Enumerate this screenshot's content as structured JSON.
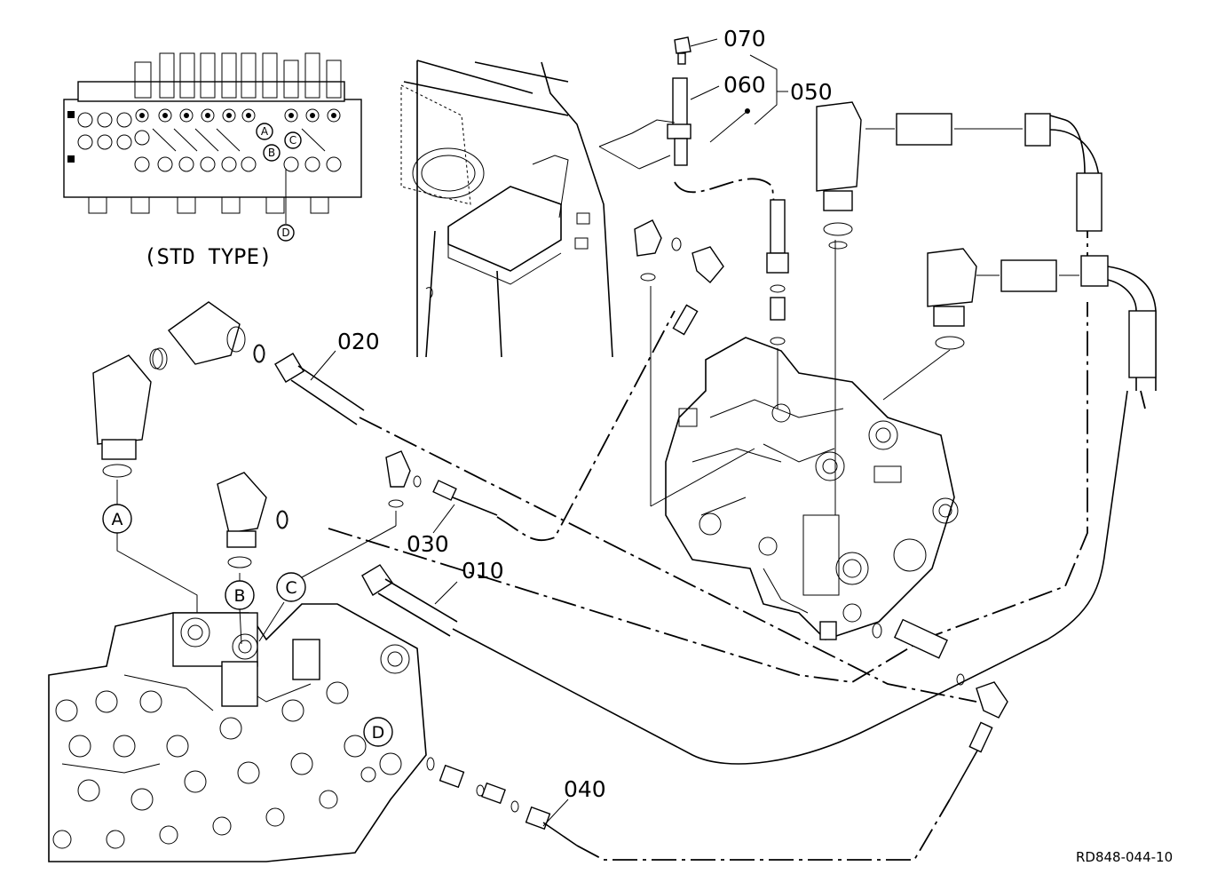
{
  "diagram": {
    "std_type_label": "(STD TYPE)",
    "drawing_number": "RD848-044-10",
    "part_numbers": {
      "p010": "010",
      "p020": "020",
      "p030": "030",
      "p040": "040",
      "p050": "050",
      "p060": "060",
      "p070": "070"
    },
    "port_letters": {
      "a": "A",
      "b": "B",
      "c": "C",
      "d": "D"
    }
  }
}
